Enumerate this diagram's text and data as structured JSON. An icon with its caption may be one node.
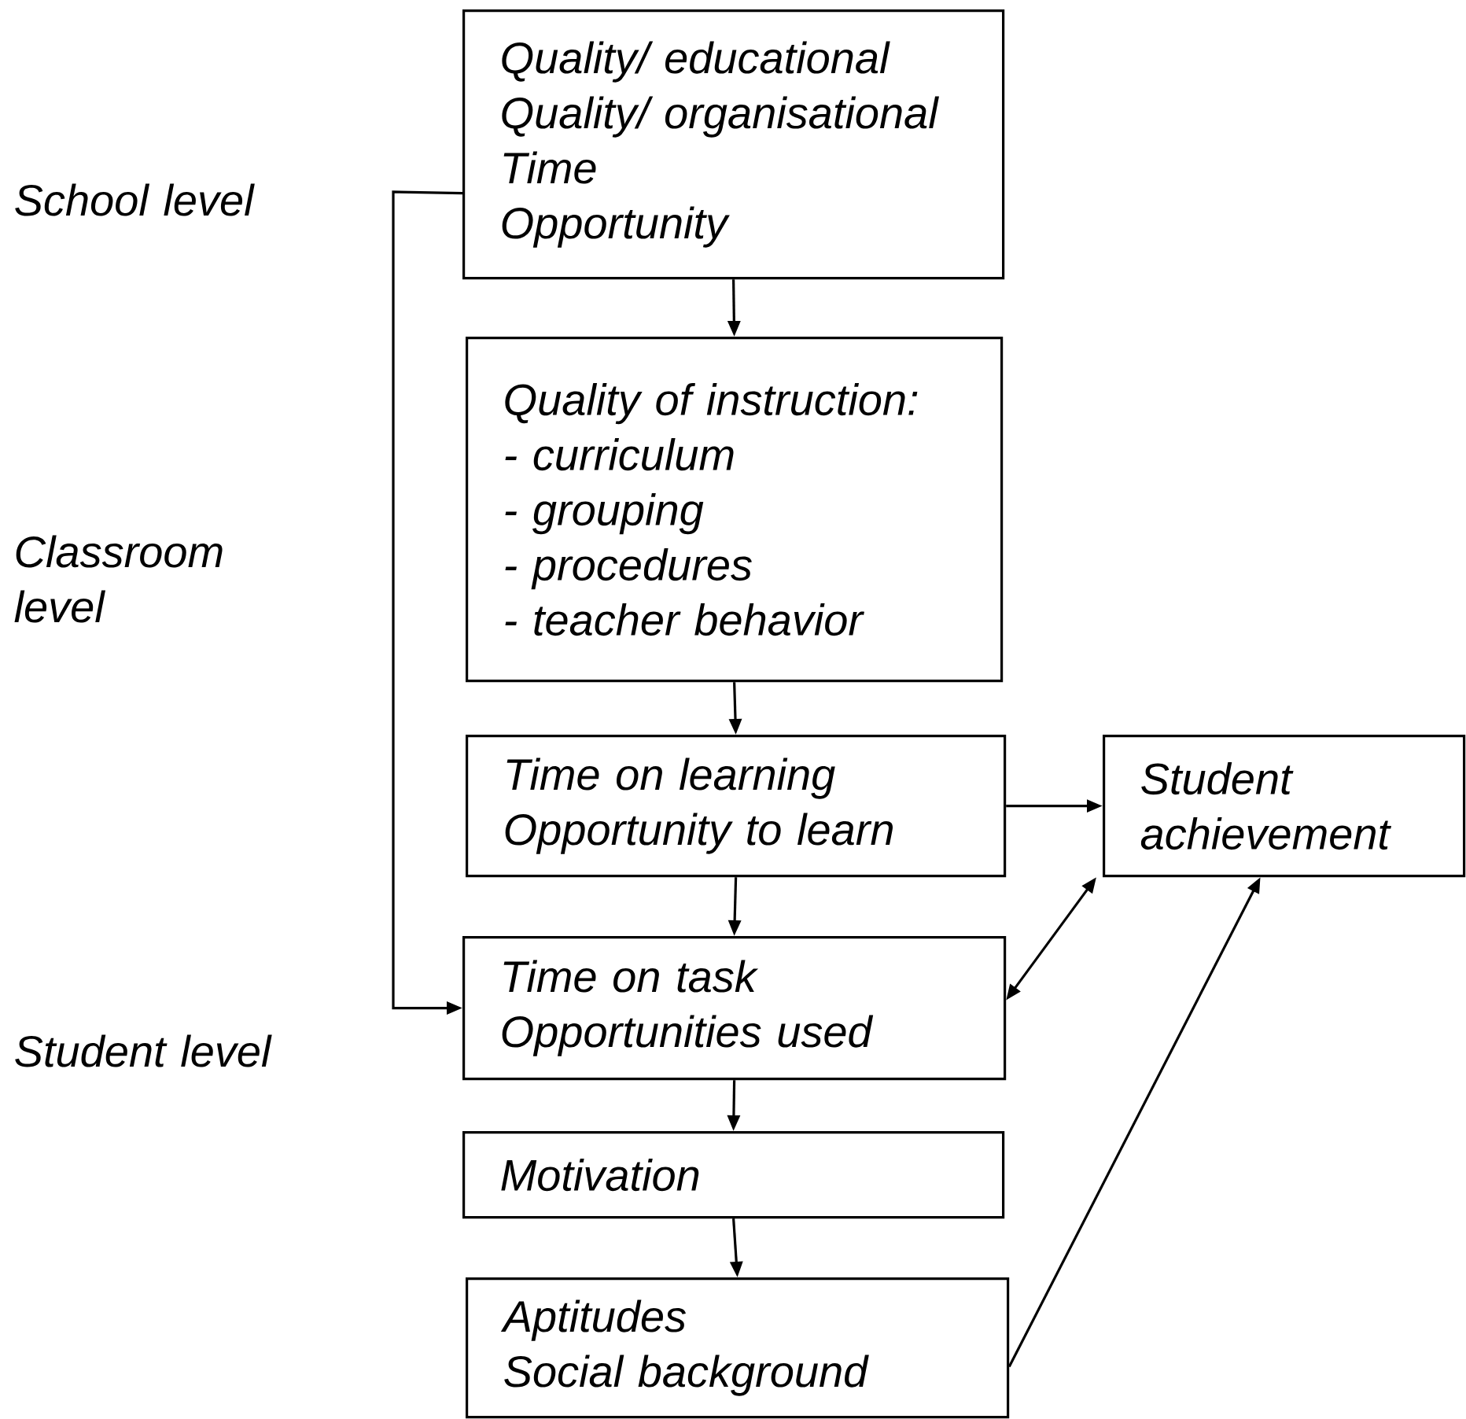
{
  "diagram": {
    "nodes": [
      {
        "text": [
          "Quality/ educational",
          "Quality/ organisational",
          "Time",
          "Opportunity"
        ]
      },
      {
        "text": [
          "Quality of instruction:",
          "- curriculum",
          "- grouping",
          "- procedures",
          "- teacher behavior"
        ]
      },
      {
        "text": [
          "Time on learning",
          "Opportunity to learn"
        ]
      },
      {
        "text": [
          "Student achievement"
        ]
      },
      {
        "text": [
          "Time on task",
          "Opportunities used"
        ]
      },
      {
        "text": [
          "Motivation"
        ]
      },
      {
        "text": [
          "Aptitudes",
          "Social background"
        ]
      }
    ],
    "edges": [
      {
        "from": 0,
        "to": 1,
        "arrow": "to"
      },
      {
        "from": 1,
        "to": 2,
        "arrow": "to"
      },
      {
        "from": 2,
        "to": 3,
        "arrow": "to"
      },
      {
        "from": 2,
        "to": 4,
        "arrow": "to"
      },
      {
        "from": 0,
        "to": 4,
        "arrow": "to"
      },
      {
        "from": 4,
        "to": 3,
        "arrow": "both"
      },
      {
        "from": 4,
        "to": 5,
        "arrow": "to"
      },
      {
        "from": 5,
        "to": 6,
        "arrow": "to"
      },
      {
        "from": 6,
        "to": 3,
        "arrow": "to"
      }
    ],
    "labels": [
      "School level",
      "Classroom level",
      "Student level"
    ]
  }
}
